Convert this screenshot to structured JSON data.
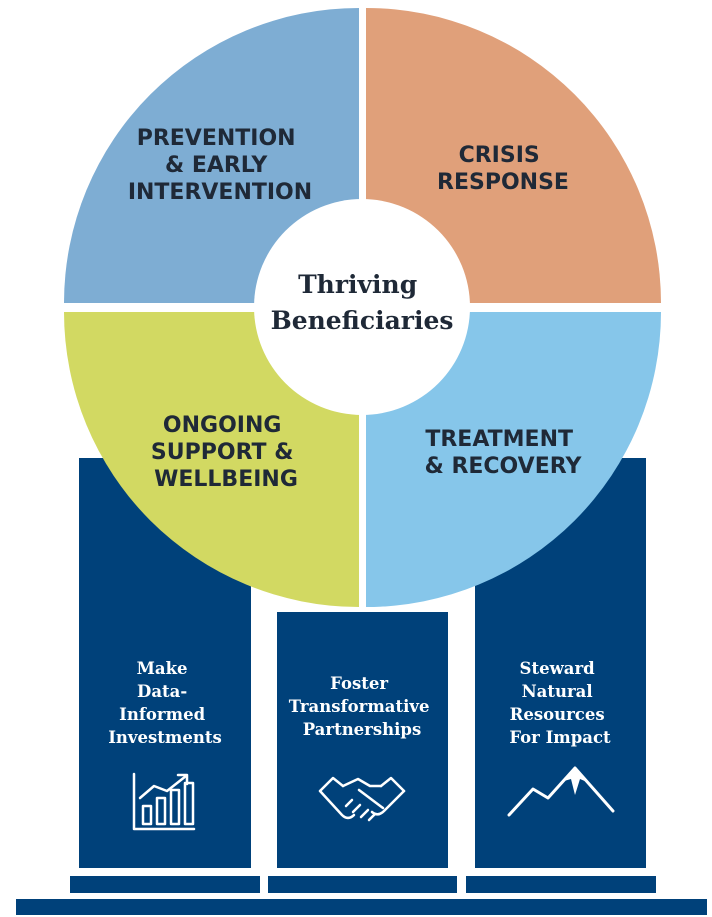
{
  "center": {
    "lines": [
      "Thriving",
      "Beneficiaries"
    ]
  },
  "quadrants": [
    {
      "id": "prevention",
      "lines": [
        "PREVENTION",
        "& EARLY",
        "INTERVENTION"
      ],
      "color": "#7eadd3"
    },
    {
      "id": "crisis",
      "lines": [
        "CRISIS",
        "RESPONSE"
      ],
      "color": "#e0a07a"
    },
    {
      "id": "ongoing",
      "lines": [
        "ONGOING",
        "SUPPORT &",
        "WELLBEING"
      ],
      "color": "#d2d962"
    },
    {
      "id": "treatment",
      "lines": [
        "TREATMENT",
        "& RECOVERY"
      ],
      "color": "#86c6ea"
    }
  ],
  "pillars": [
    {
      "id": "data",
      "lines": [
        "Make",
        "Data-",
        "Informed",
        "Investments"
      ],
      "icon": "bar-chart-icon"
    },
    {
      "id": "partnerships",
      "lines": [
        "Foster",
        "Transformative",
        "Partnerships"
      ],
      "icon": "handshake-icon"
    },
    {
      "id": "resources",
      "lines": [
        "Steward",
        "Natural",
        "Resources",
        "For Impact"
      ],
      "icon": "mountain-icon"
    }
  ],
  "colors": {
    "pillar": "#00417a",
    "background": "#ffffff",
    "text_dark": "#1f2937"
  }
}
